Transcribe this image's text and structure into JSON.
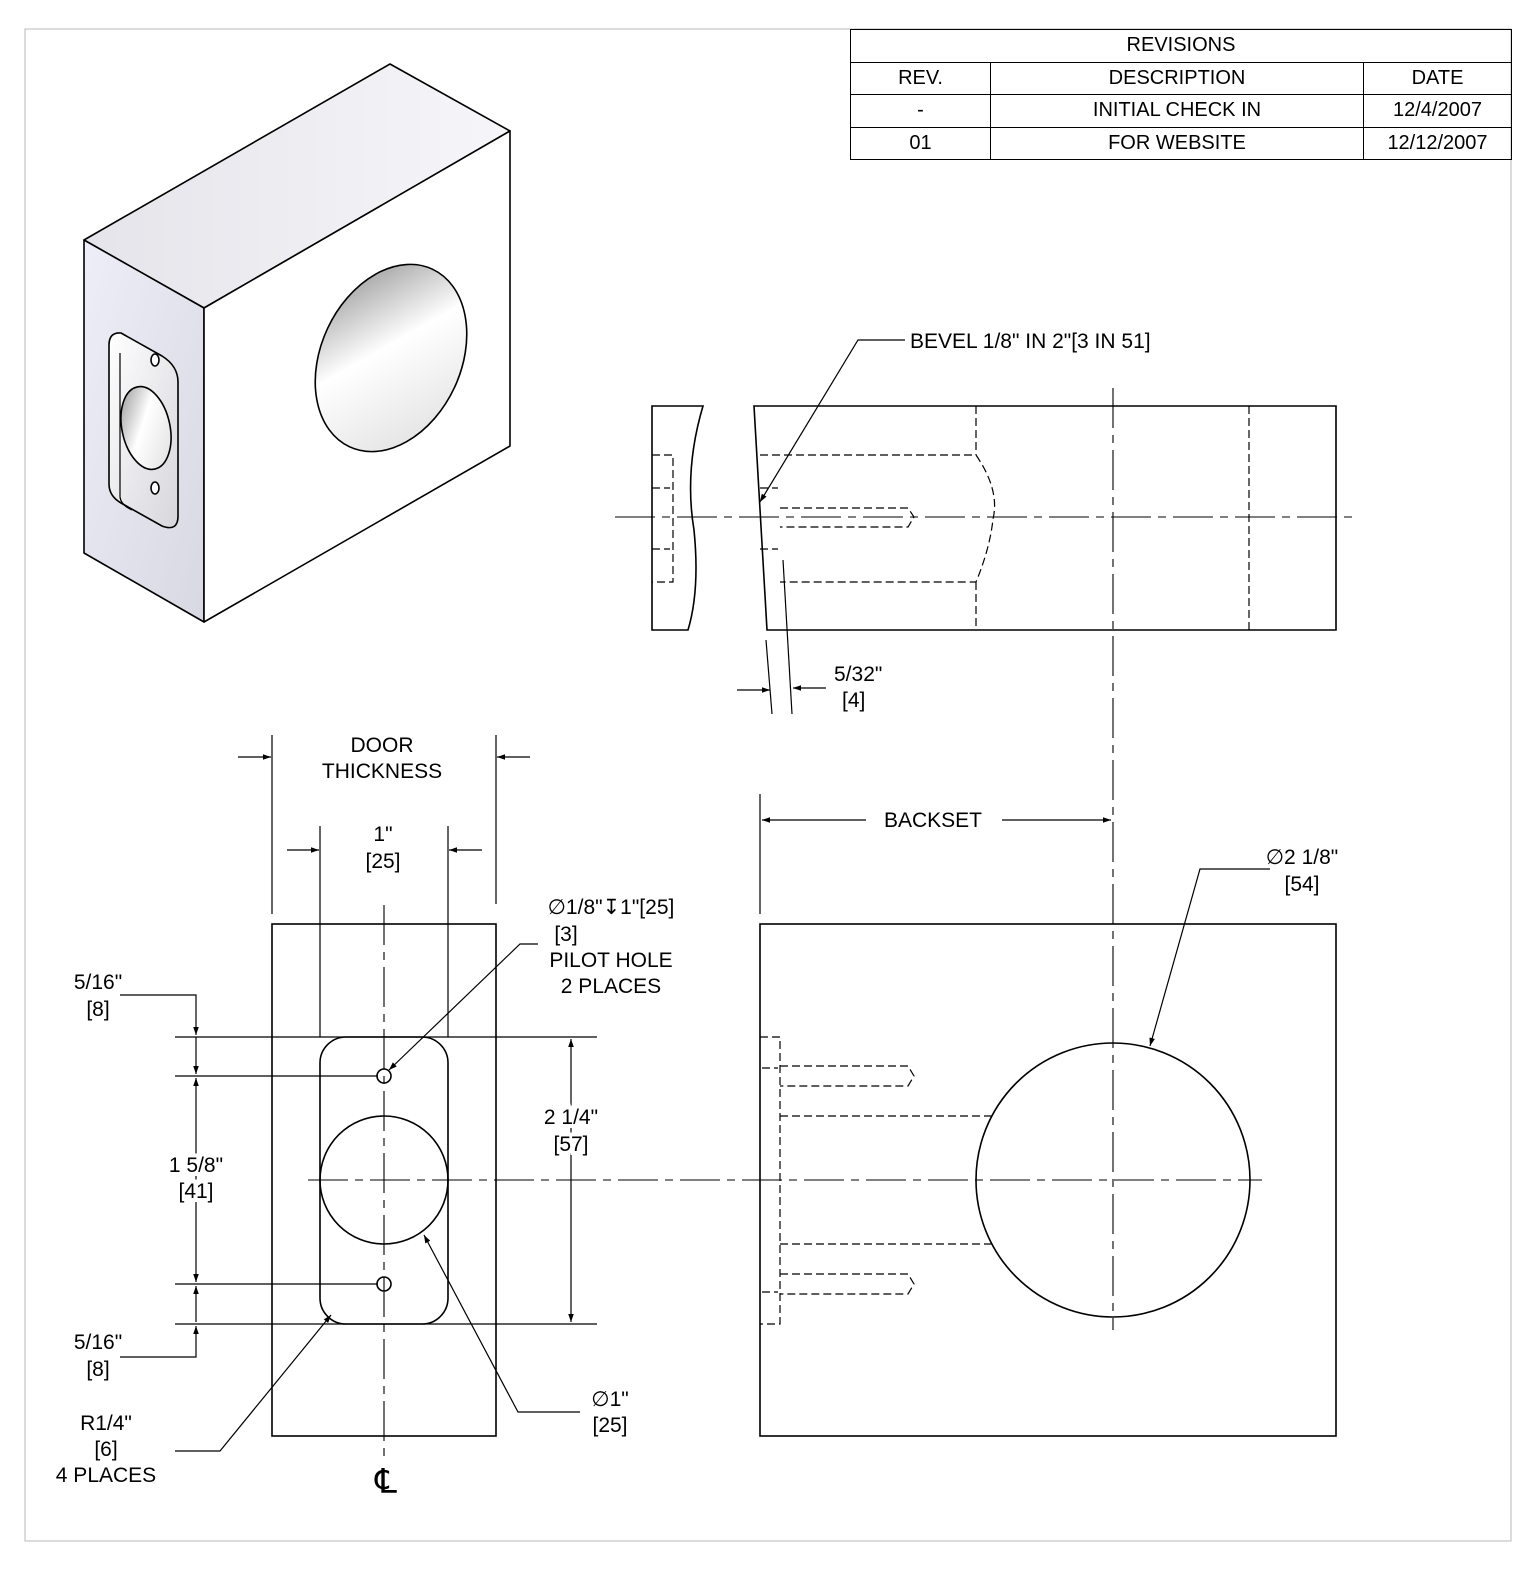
{
  "revisions": {
    "title": "REVISIONS",
    "headers": [
      "REV.",
      "DESCRIPTION",
      "DATE"
    ],
    "rows": [
      [
        "-",
        "INITIAL CHECK IN",
        "12/4/2007"
      ],
      [
        "01",
        "FOR WEBSITE",
        "12/12/2007"
      ]
    ]
  },
  "annotations": {
    "bevel": "BEVEL 1/8\" IN 2\"[3 IN 51]",
    "bevel_offset": "5/32\"",
    "bevel_offset_mm": "[4]",
    "door_thickness_1": "DOOR",
    "door_thickness_2": "THICKNESS",
    "width": "1\"",
    "width_mm": "[25]",
    "backset": "BACKSET",
    "bore_dia": "∅2 1/8\"",
    "bore_dia_mm": "[54]",
    "pilot_hole_1": "∅1/8\"↧1\"[25]",
    "pilot_hole_2": "[3]",
    "pilot_hole_3": "PILOT HOLE",
    "pilot_hole_4": "2 PLACES",
    "top_offset": "5/16\"",
    "top_offset_mm": "[8]",
    "hole_spacing": "1 5/8\"",
    "hole_spacing_mm": "[41]",
    "bottom_offset": "5/16\"",
    "bottom_offset_mm": "[8]",
    "plate_height": "2 1/4\"",
    "plate_height_mm": "[57]",
    "radius_1": "R1/4\"",
    "radius_2": "[6]",
    "radius_3": "4 PLACES",
    "edge_bore_dia": "∅1\"",
    "edge_bore_dia_mm": "[25]",
    "centerline": "℄"
  }
}
